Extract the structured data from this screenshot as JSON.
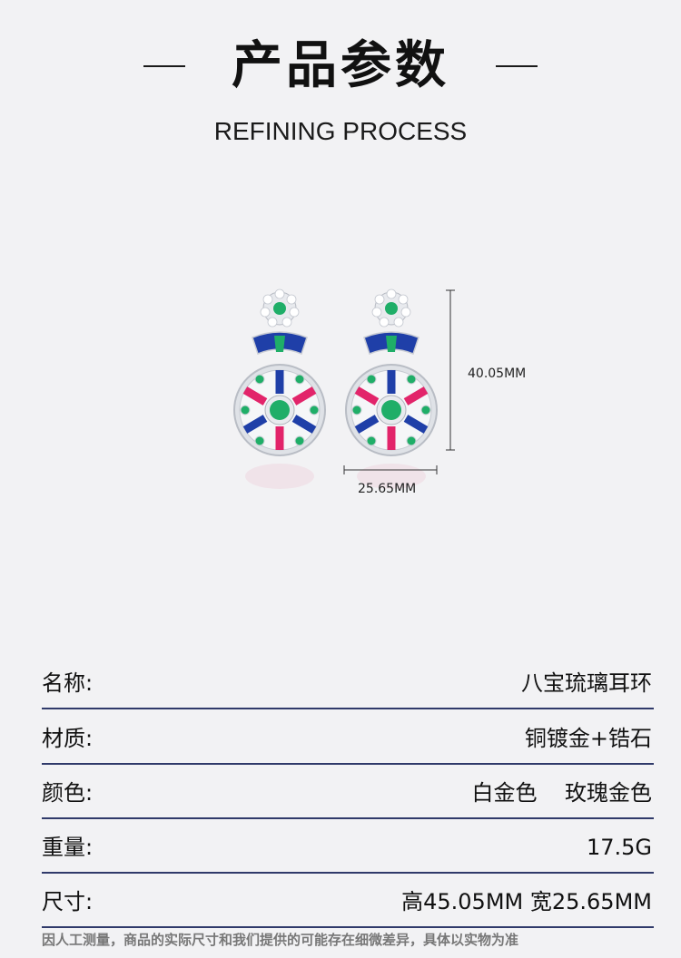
{
  "header": {
    "title": "产品参数",
    "subtitle": "REFINING PROCESS"
  },
  "figure": {
    "height_label": "40.05MM",
    "width_label": "25.65MM",
    "colors": {
      "emerald": "#1fae68",
      "sapphire": "#1f3fa8",
      "ruby": "#e2246a",
      "silver": "#cfd3d9"
    }
  },
  "specs": [
    {
      "label": "名称:",
      "value": "八宝琉璃耳环"
    },
    {
      "label": "材质:",
      "value": "铜镀金+锆石"
    },
    {
      "label": "颜色:",
      "value": "白金色    玫瑰金色"
    },
    {
      "label": "重量:",
      "value": "17.5G"
    },
    {
      "label": "尺寸:",
      "value": "高45.05MM 宽25.65MM"
    }
  ],
  "footnote": "因人工测量，商品的实际尺寸和我们提供的可能存在细微差异，具体以实物为准"
}
